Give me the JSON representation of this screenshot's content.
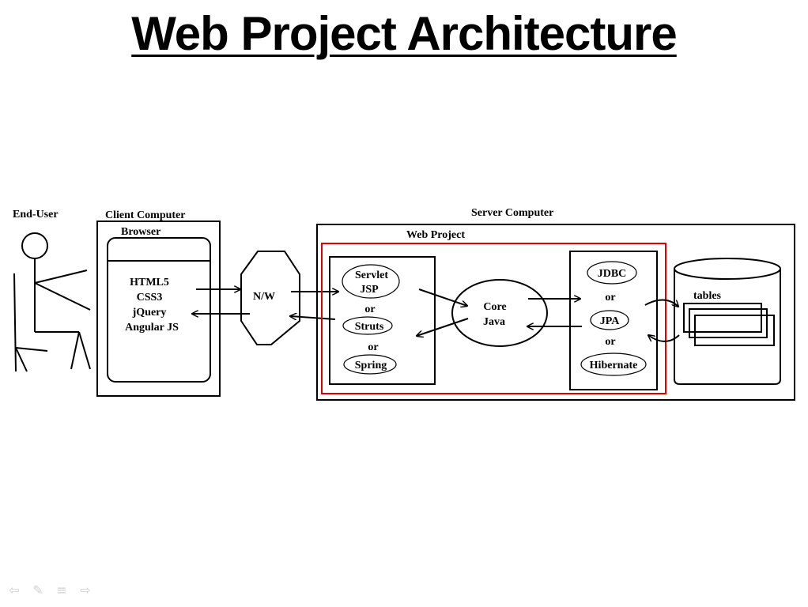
{
  "slide": {
    "title": "Web Project Architecture"
  },
  "diagram": {
    "end_user": {
      "label": "End-User"
    },
    "client": {
      "label": "Client Computer",
      "browser_label": "Browser",
      "technologies": [
        "HTML5",
        "CSS3",
        "jQuery",
        "Angular JS"
      ]
    },
    "network": {
      "label": "N/W"
    },
    "server": {
      "label": "Server Computer",
      "web_project_label": "Web Project",
      "web_layer": {
        "items": [
          "Servlet",
          "JSP",
          "or",
          "Struts",
          "or",
          "Spring"
        ]
      },
      "core": {
        "line1": "Core",
        "line2": "Java"
      },
      "persistence": {
        "items": [
          "JDBC",
          "or",
          "JPA",
          "or",
          "Hibernate"
        ]
      },
      "database": {
        "label": "tables"
      }
    }
  },
  "colors": {
    "web_project_border": "#e00000",
    "stroke": "#000000"
  },
  "nav_icons": [
    "back-arrow-icon",
    "pen-icon",
    "menu-icon",
    "forward-arrow-icon"
  ]
}
